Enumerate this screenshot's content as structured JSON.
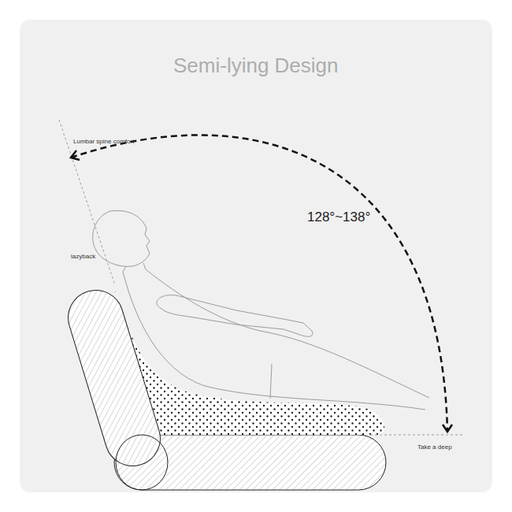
{
  "diagram": {
    "title": "Semi-lying Design",
    "labels": [
      "Lumbar spine comfort",
      "128°~138°",
      "lazyback",
      "Take a deep"
    ]
  }
}
